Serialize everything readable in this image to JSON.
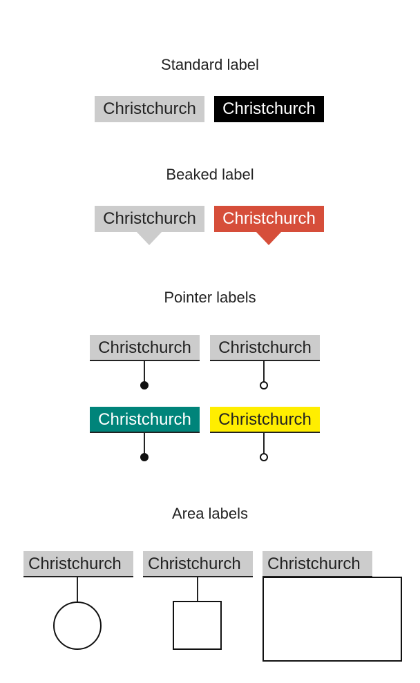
{
  "headings": {
    "standard": "Standard label",
    "beaked": "Beaked label",
    "pointer": "Pointer labels",
    "area": "Area labels"
  },
  "label_text": "Christchurch",
  "colors": {
    "grey": "#cccccc",
    "black": "#000000",
    "red": "#d64e3a",
    "teal": "#00847a",
    "yellow": "#ffee00",
    "text_dark": "#222222",
    "text_light": "#ffffff"
  },
  "standard": [
    {
      "name": "standard-label-grey",
      "text": "Christchurch",
      "bg": "#cccccc",
      "fg": "#222222"
    },
    {
      "name": "standard-label-black",
      "text": "Christchurch",
      "bg": "#000000",
      "fg": "#ffffff"
    }
  ],
  "beaked": [
    {
      "name": "beaked-label-grey",
      "text": "Christchurch",
      "bg": "#cccccc",
      "fg": "#222222"
    },
    {
      "name": "beaked-label-red",
      "text": "Christchurch",
      "bg": "#d64e3a",
      "fg": "#ffffff"
    }
  ],
  "pointer": [
    {
      "name": "pointer-label-grey-filled",
      "text": "Christchurch",
      "bg": "#cccccc",
      "fg": "#222222",
      "dot": "filled"
    },
    {
      "name": "pointer-label-grey-hollow",
      "text": "Christchurch",
      "bg": "#cccccc",
      "fg": "#222222",
      "dot": "hollow"
    },
    {
      "name": "pointer-label-teal-filled",
      "text": "Christchurch",
      "bg": "#00847a",
      "fg": "#ffffff",
      "dot": "filled"
    },
    {
      "name": "pointer-label-yellow-hollow",
      "text": "Christchurch",
      "bg": "#ffee00",
      "fg": "#222222",
      "dot": "hollow"
    }
  ],
  "area": [
    {
      "name": "area-label-circle",
      "text": "Christchurch",
      "bg": "#cccccc",
      "fg": "#222222",
      "shape": "circle"
    },
    {
      "name": "area-label-square",
      "text": "Christchurch",
      "bg": "#cccccc",
      "fg": "#222222",
      "shape": "square"
    },
    {
      "name": "area-label-rectangle",
      "text": "Christchurch",
      "bg": "#cccccc",
      "fg": "#222222",
      "shape": "rectangle"
    }
  ]
}
